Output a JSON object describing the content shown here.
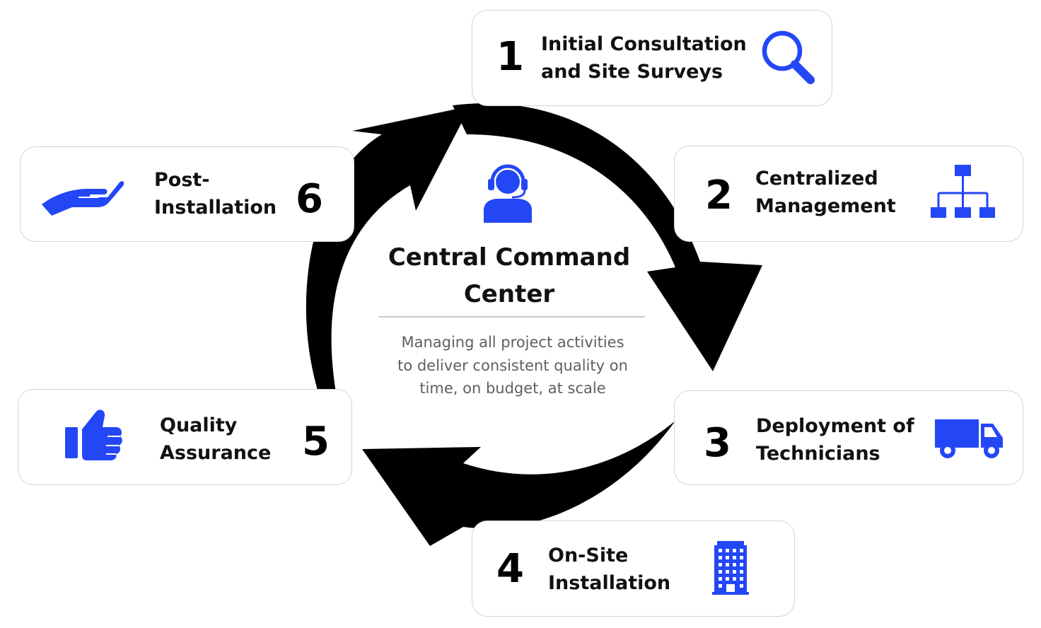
{
  "center": {
    "icon": "call-center-agent-icon",
    "title_line1": "Central Command",
    "title_line2": "Center",
    "desc_line1": "Managing all project activities",
    "desc_line2": "to deliver consistent quality on",
    "desc_line3": "time, on budget, at scale"
  },
  "steps": [
    {
      "number": "1",
      "line1": "Initial Consultation",
      "line2": "and Site Surveys",
      "icon": "magnifier-icon"
    },
    {
      "number": "2",
      "line1": "Centralized",
      "line2": "Management",
      "icon": "org-chart-icon"
    },
    {
      "number": "3",
      "line1": "Deployment of",
      "line2": "Technicians",
      "icon": "truck-icon"
    },
    {
      "number": "4",
      "line1": "On-Site",
      "line2": "Installation",
      "icon": "building-icon"
    },
    {
      "number": "5",
      "line1": "Quality",
      "line2": "Assurance",
      "icon": "thumbs-up-icon"
    },
    {
      "number": "6",
      "line1": "Post-",
      "line2": "Installation",
      "icon": "hand-icon"
    }
  ],
  "colors": {
    "accent": "#2447f5",
    "arrow": "#000000",
    "card_border": "#d3d3d3",
    "description": "#5f5f5f"
  }
}
